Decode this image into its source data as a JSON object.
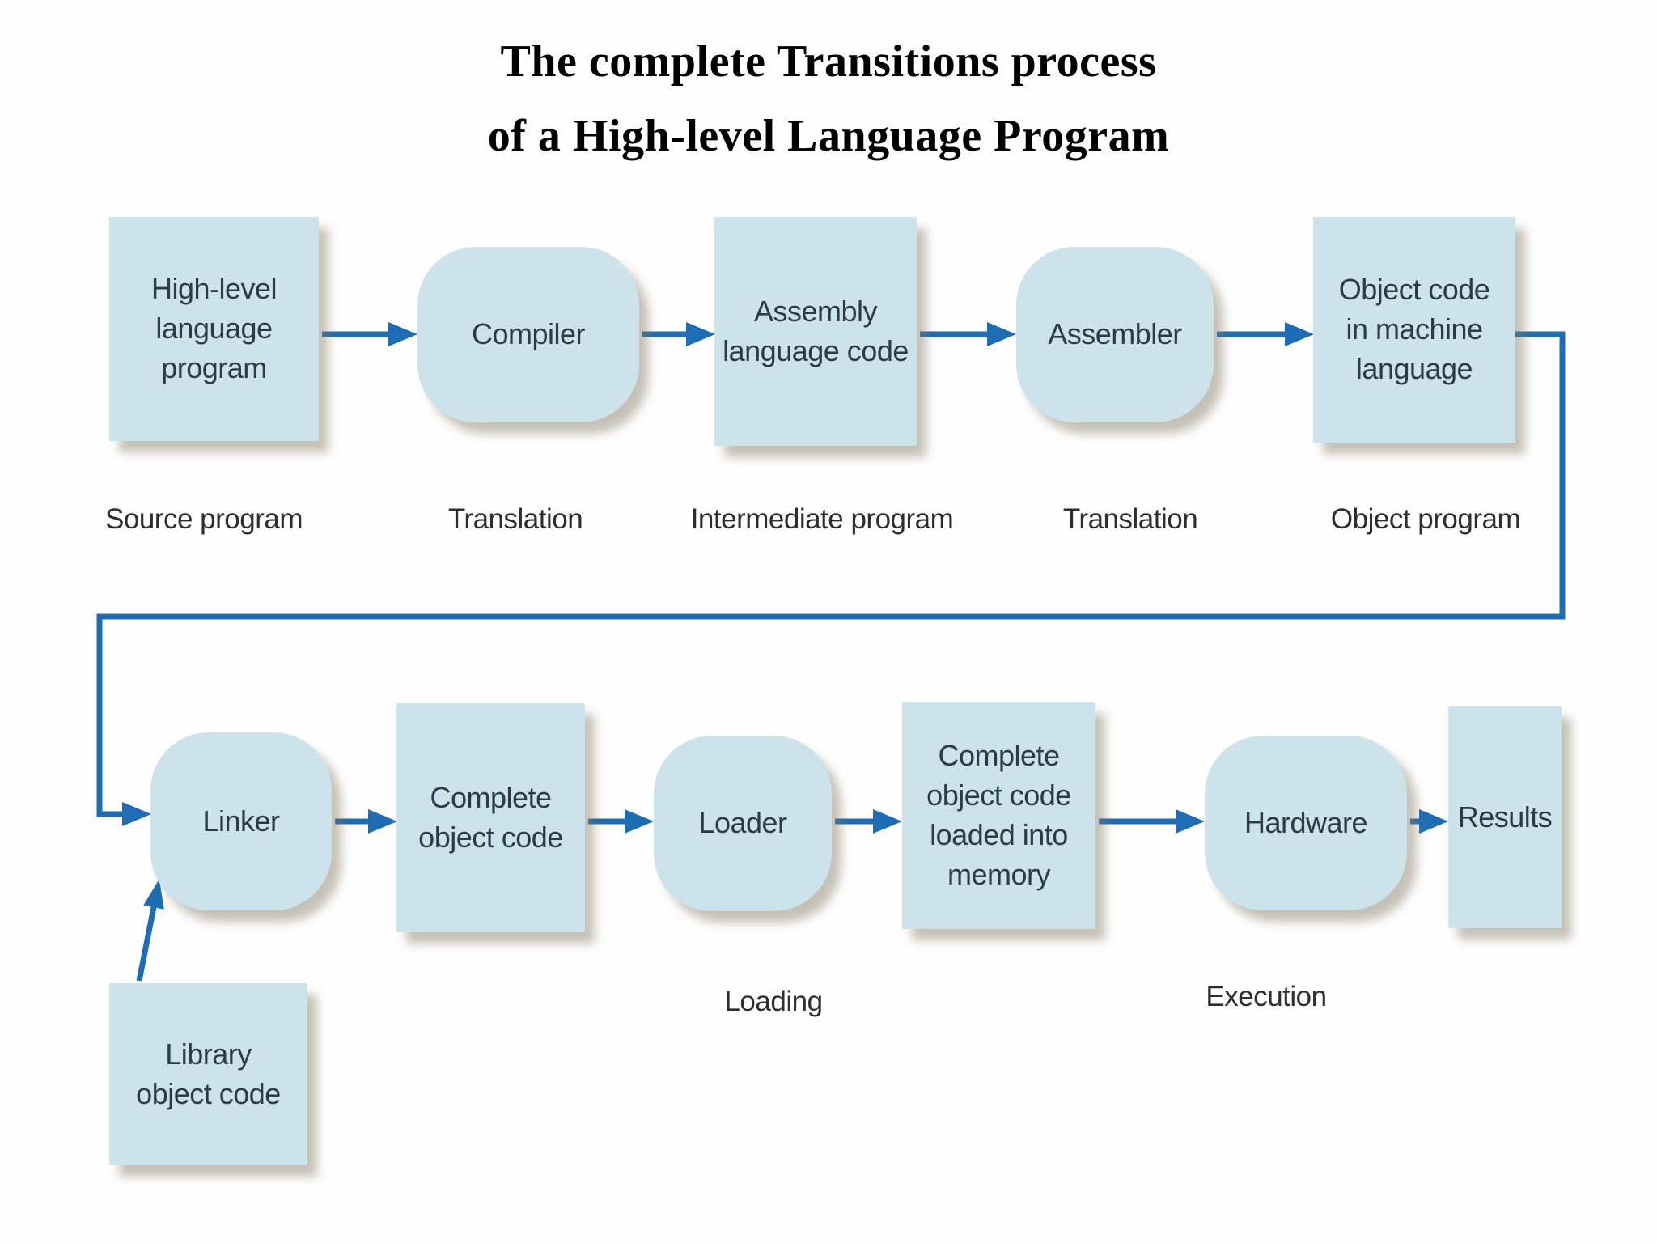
{
  "title": {
    "line1": "The complete Transitions process",
    "line2": "of a High-level Language Program"
  },
  "colors": {
    "box_fill": "#cde3eb",
    "box_text": "#2c3b49",
    "arrow": "#1e6cb3",
    "label_text": "#2e2e2e",
    "background": "#fefefe",
    "shadow": "rgba(130,120,95,0.45)"
  },
  "nodes": {
    "high_level": "High-level\nlanguage\nprogram",
    "compiler": "Compiler",
    "assembly": "Assembly\nlanguage code",
    "assembler": "Assembler",
    "object_code": "Object code\nin machine\nlanguage",
    "linker": "Linker",
    "complete_object": "Complete\nobject code",
    "loader": "Loader",
    "loaded_memory": "Complete\nobject code\nloaded into\nmemory",
    "hardware": "Hardware",
    "results": "Results",
    "library": "Library\nobject code"
  },
  "stage_labels": {
    "source_program": "Source program",
    "translation_1": "Translation",
    "intermediate_program": "Intermediate program",
    "translation_2": "Translation",
    "object_program": "Object program",
    "loading": "Loading",
    "execution": "Execution"
  }
}
